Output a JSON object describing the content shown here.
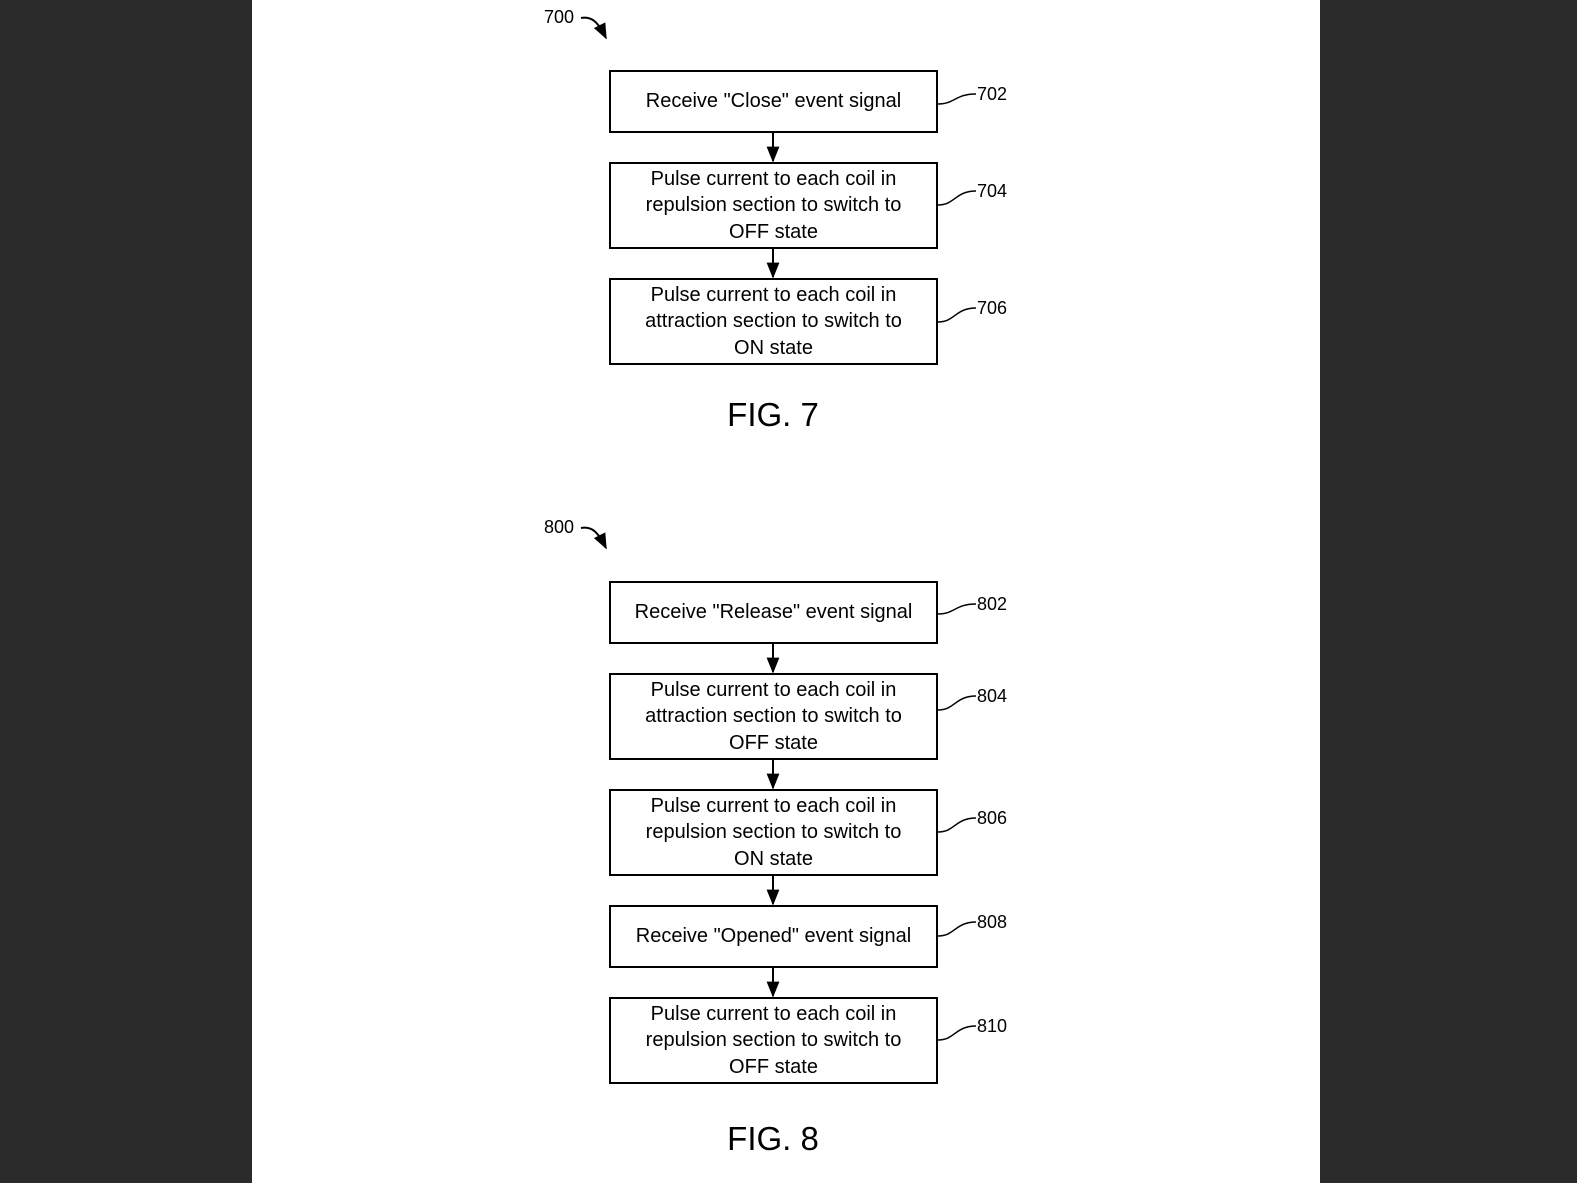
{
  "figures": [
    {
      "id": "700",
      "caption": "FIG. 7",
      "steps": [
        {
          "ref": "702",
          "text": "Receive \"Close\" event signal"
        },
        {
          "ref": "704",
          "text": "Pulse current to each coil in\nrepulsion section to switch to\nOFF state"
        },
        {
          "ref": "706",
          "text": "Pulse current to each coil in\nattraction section to switch to\nON state"
        }
      ]
    },
    {
      "id": "800",
      "caption": "FIG. 8",
      "steps": [
        {
          "ref": "802",
          "text": "Receive \"Release\" event signal"
        },
        {
          "ref": "804",
          "text": "Pulse current to each coil in\nattraction section to switch to\nOFF state"
        },
        {
          "ref": "806",
          "text": "Pulse current to each coil in\nrepulsion section to switch to\nON state"
        },
        {
          "ref": "808",
          "text": "Receive \"Opened\" event signal"
        },
        {
          "ref": "810",
          "text": "Pulse current to each coil in\nrepulsion section to switch to\nOFF state"
        }
      ]
    }
  ]
}
